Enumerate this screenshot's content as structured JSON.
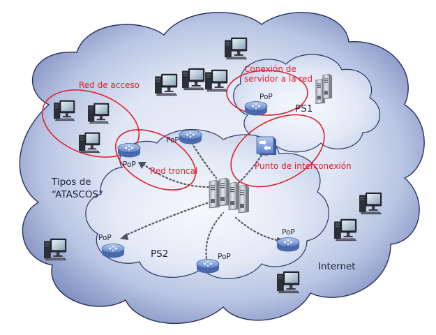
{
  "labels": {
    "red_de_acceso": "Red de acceso",
    "conexion_line1": "Conexión de",
    "conexion_line2": "servidor a la red",
    "red_troncal": "Red troncal",
    "punto_interconexion": "Punto de interconexión",
    "tipos_line1": "Tipos de",
    "tipos_line2": "“ATASCOS”",
    "ps1": "PS1",
    "ps2": "PS2",
    "internet": "Internet",
    "pop": "PoP"
  },
  "colors": {
    "cloud_fill_outer": "#5d6ea6",
    "cloud_fill_inner": "#dfe6f4",
    "cloud_stroke": "#2b3566",
    "highlight_red": "#e0202a",
    "dotted_link": "#56596a",
    "router_blue": "#6d93d6",
    "text_dark": "#1c2238"
  },
  "icons": [
    "workstation-icon",
    "router-icon",
    "switch-icon",
    "server-rack-icon",
    "server-cluster-icon"
  ]
}
